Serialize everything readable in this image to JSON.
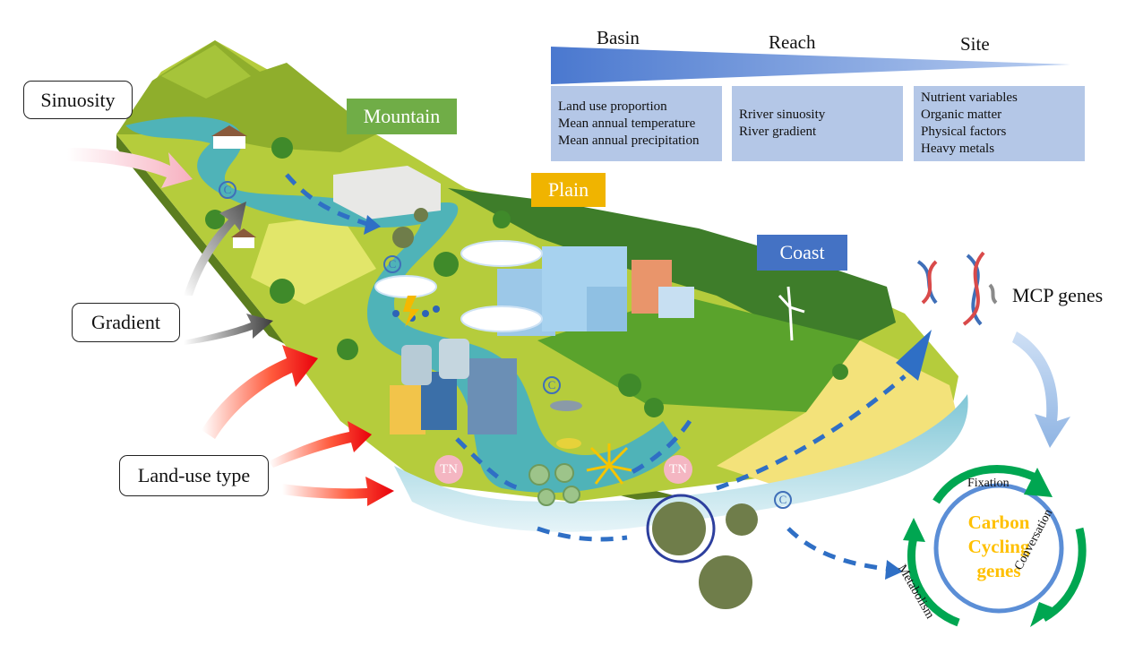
{
  "scale_header": {
    "basin": "Basin",
    "reach": "Reach",
    "site": "Site"
  },
  "basin_variables": [
    "Land use proportion",
    "Mean annual temperature",
    "Mean annual precipitation"
  ],
  "reach_variables": [
    "Rriver sinuosity",
    "River gradient"
  ],
  "site_variables": [
    "Nutrient variables",
    "Organic matter",
    "Physical factors",
    "Heavy metals"
  ],
  "regions": {
    "mountain": "Mountain",
    "plain": "Plain",
    "coast": "Coast"
  },
  "drivers": {
    "sinuosity": "Sinuosity",
    "gradient": "Gradient",
    "land_use": "Land-use type"
  },
  "genes_label": "MCP genes",
  "tn_marker": "TN",
  "carbon_marker": "C",
  "cycle": {
    "center": [
      "Carbon",
      "Cycling",
      "genes"
    ],
    "fixation": "Fixation",
    "conversation": "Conversation",
    "metabolism": "Metabolism"
  },
  "colors": {
    "region_mountain": "#70ad47",
    "region_plain": "#f0b400",
    "region_coast": "#4472c4",
    "scale_box": "#b4c7e7",
    "cycle_arrow": "#00a651",
    "cycle_ring": "#5b8ed6",
    "center_text": "#ffc000",
    "tn_badge": "#f4b6c2"
  }
}
